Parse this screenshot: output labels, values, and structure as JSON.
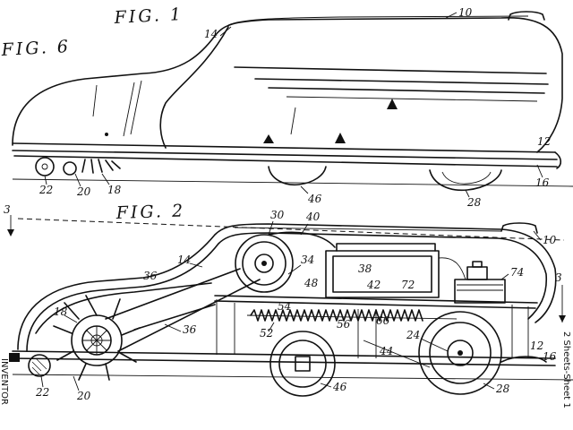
{
  "figures": {
    "fig1": "FIG. 1",
    "fig2": "FIG. 2",
    "fig6": "FIG. 6"
  },
  "fig1_refs": {
    "r10": "10",
    "r14": "14",
    "r12": "12",
    "r16": "16",
    "r22": "22",
    "r20": "20",
    "r18": "18",
    "r46": "46",
    "r28": "28"
  },
  "fig2_refs": {
    "r30": "30",
    "r40": "40",
    "r10": "10",
    "r14": "14",
    "r34": "34",
    "r38": "38",
    "r74": "74",
    "r36a": "36",
    "r48": "48",
    "r42": "42",
    "r72": "72",
    "r18": "18",
    "r36b": "36",
    "r54": "54",
    "r52": "52",
    "r56": "56",
    "r66": "66",
    "r24": "24",
    "r44": "44",
    "r12": "12",
    "r16": "16",
    "r22": "22",
    "r20": "20",
    "r46": "46",
    "r28": "28"
  },
  "section_marks": {
    "left": "3",
    "right": "3"
  },
  "sheet_info": "2 Sheets-Sheet 1",
  "inventor_fragment": "INVENTOR"
}
